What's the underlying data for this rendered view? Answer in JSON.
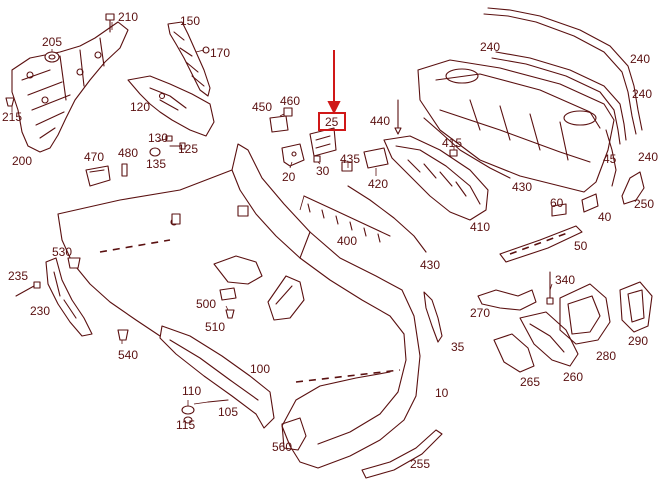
{
  "labels": [
    {
      "id": "210",
      "text": "210"
    },
    {
      "id": "205",
      "text": "205"
    },
    {
      "id": "215",
      "text": "215"
    },
    {
      "id": "200",
      "text": "200"
    },
    {
      "id": "150",
      "text": "150"
    },
    {
      "id": "170",
      "text": "170"
    },
    {
      "id": "120",
      "text": "120"
    },
    {
      "id": "130",
      "text": "130"
    },
    {
      "id": "125",
      "text": "125"
    },
    {
      "id": "135",
      "text": "135"
    },
    {
      "id": "470",
      "text": "470"
    },
    {
      "id": "480",
      "text": "480"
    },
    {
      "id": "450",
      "text": "450"
    },
    {
      "id": "460",
      "text": "460"
    },
    {
      "id": "25",
      "text": "25"
    },
    {
      "id": "440",
      "text": "440"
    },
    {
      "id": "20",
      "text": "20"
    },
    {
      "id": "30",
      "text": "30"
    },
    {
      "id": "435",
      "text": "435"
    },
    {
      "id": "415",
      "text": "415"
    },
    {
      "id": "420",
      "text": "420"
    },
    {
      "id": "240a",
      "text": "240"
    },
    {
      "id": "240b",
      "text": "240"
    },
    {
      "id": "240c",
      "text": "240"
    },
    {
      "id": "240d",
      "text": "240"
    },
    {
      "id": "45",
      "text": "45"
    },
    {
      "id": "430a",
      "text": "430"
    },
    {
      "id": "430b",
      "text": "430"
    },
    {
      "id": "250",
      "text": "250"
    },
    {
      "id": "60",
      "text": "60"
    },
    {
      "id": "40",
      "text": "40"
    },
    {
      "id": "410",
      "text": "410"
    },
    {
      "id": "400",
      "text": "400"
    },
    {
      "id": "50",
      "text": "50"
    },
    {
      "id": "530",
      "text": "530"
    },
    {
      "id": "235",
      "text": "235"
    },
    {
      "id": "230",
      "text": "230"
    },
    {
      "id": "540",
      "text": "540"
    },
    {
      "id": "500",
      "text": "500"
    },
    {
      "id": "510",
      "text": "510"
    },
    {
      "id": "340",
      "text": "340"
    },
    {
      "id": "270",
      "text": "270"
    },
    {
      "id": "290",
      "text": "290"
    },
    {
      "id": "280",
      "text": "280"
    },
    {
      "id": "265",
      "text": "265"
    },
    {
      "id": "260",
      "text": "260"
    },
    {
      "id": "35",
      "text": "35"
    },
    {
      "id": "100",
      "text": "100"
    },
    {
      "id": "110",
      "text": "110"
    },
    {
      "id": "105",
      "text": "105"
    },
    {
      "id": "115",
      "text": "115"
    },
    {
      "id": "10",
      "text": "10"
    },
    {
      "id": "560",
      "text": "560"
    },
    {
      "id": "255",
      "text": "255"
    }
  ],
  "highlight": {
    "label": "25",
    "color": "#d01818"
  },
  "colors": {
    "line": "#5a1010",
    "highlight": "#d01818",
    "background": "#ffffff"
  }
}
